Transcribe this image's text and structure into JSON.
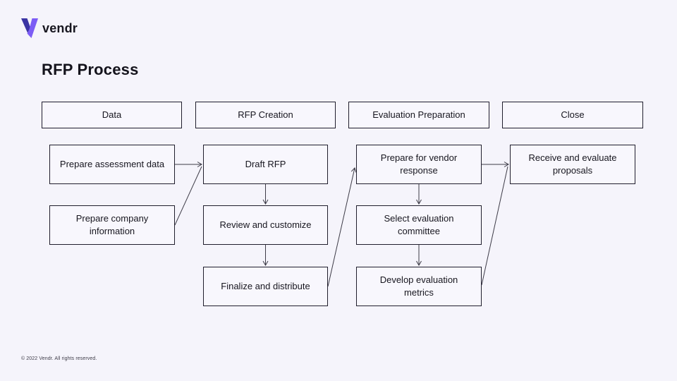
{
  "brand": {
    "logo_text": "vendr",
    "logo_mark_icon": "vendr-v-icon",
    "logo_mark_dark_color": "#3a34a3",
    "logo_mark_light_color": "#7c5cf5"
  },
  "page": {
    "title": "RFP Process",
    "footer": "© 2022 Vendr. All rights reserved.",
    "background_color": "#f5f4fb",
    "box_fill_color": "#f8f7fd",
    "box_border_color": "#201e2d",
    "arrow_color": "#3d3b47",
    "text_color": "#17161f"
  },
  "diagram": {
    "columns": [
      {
        "header": "Data",
        "steps": [
          {
            "id": "prepare-assessment-data",
            "label": "Prepare assessment data"
          },
          {
            "id": "prepare-company-information",
            "label": "Prepare company information"
          }
        ]
      },
      {
        "header": "RFP Creation",
        "steps": [
          {
            "id": "draft-rfp",
            "label": "Draft RFP"
          },
          {
            "id": "review-and-customize",
            "label": "Review and customize"
          },
          {
            "id": "finalize-and-distribute",
            "label": "Finalize and distribute"
          }
        ]
      },
      {
        "header": "Evaluation Preparation",
        "steps": [
          {
            "id": "prepare-for-vendor-response",
            "label": "Prepare for vendor response"
          },
          {
            "id": "select-evaluation-committee",
            "label": "Select evaluation committee"
          },
          {
            "id": "develop-evaluation-metrics",
            "label": "Develop evaluation metrics"
          }
        ]
      },
      {
        "header": "Close",
        "steps": [
          {
            "id": "receive-and-evaluate-proposals",
            "label": "Receive and evaluate proposals"
          }
        ]
      }
    ],
    "edges": [
      {
        "from": "prepare-assessment-data",
        "to": "draft-rfp"
      },
      {
        "from": "prepare-company-information",
        "to": "draft-rfp"
      },
      {
        "from": "draft-rfp",
        "to": "review-and-customize"
      },
      {
        "from": "review-and-customize",
        "to": "finalize-and-distribute"
      },
      {
        "from": "finalize-and-distribute",
        "to": "prepare-for-vendor-response"
      },
      {
        "from": "prepare-for-vendor-response",
        "to": "select-evaluation-committee"
      },
      {
        "from": "select-evaluation-committee",
        "to": "develop-evaluation-metrics"
      },
      {
        "from": "prepare-for-vendor-response",
        "to": "receive-and-evaluate-proposals"
      },
      {
        "from": "develop-evaluation-metrics",
        "to": "receive-and-evaluate-proposals"
      }
    ]
  }
}
